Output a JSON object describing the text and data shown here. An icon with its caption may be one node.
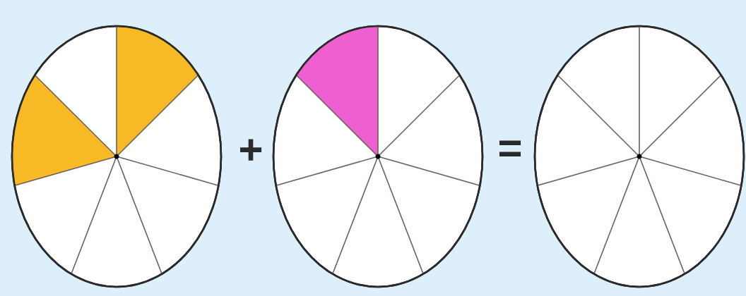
{
  "diagram": {
    "nodes": [
      {
        "text": [],
        "shape": "circle"
      },
      {
        "text": [],
        "shape": "circle"
      },
      {
        "text": [],
        "shape": "circle"
      }
    ],
    "labels": [
      "+",
      "="
    ]
  }
}
